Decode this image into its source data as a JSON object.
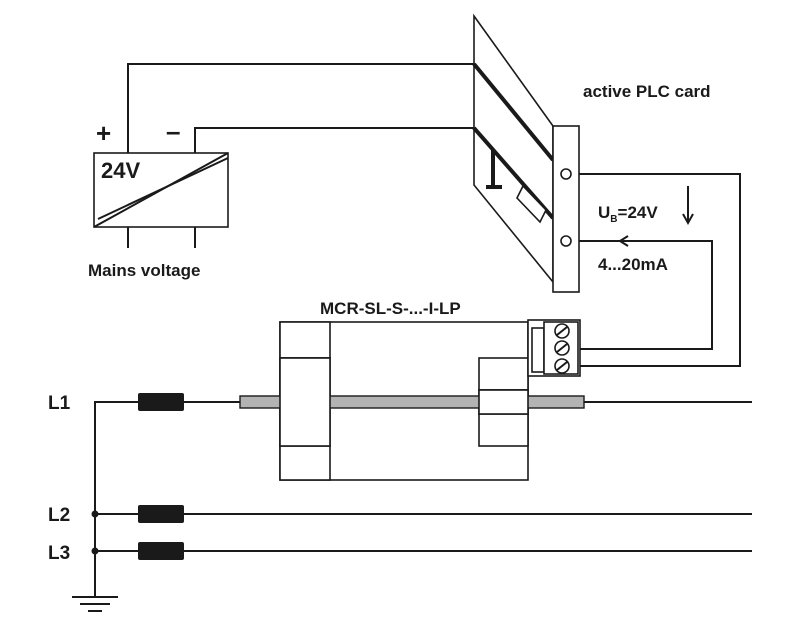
{
  "labels": {
    "plus": "+",
    "minus": "–",
    "voltage": "24V",
    "mains": "Mains voltage",
    "plc_card": "active PLC card",
    "module": "MCR-SL-S-...-I-LP",
    "ub_main": "U",
    "ub_sub": "B",
    "ub_value": "=24V",
    "signal": "4...20mA",
    "phase_l1": "L1",
    "phase_l2": "L2",
    "phase_l3": "L3"
  },
  "colors": {
    "line": "#1a1a1a",
    "rod": "#b3b3b3",
    "background": "#ffffff"
  }
}
